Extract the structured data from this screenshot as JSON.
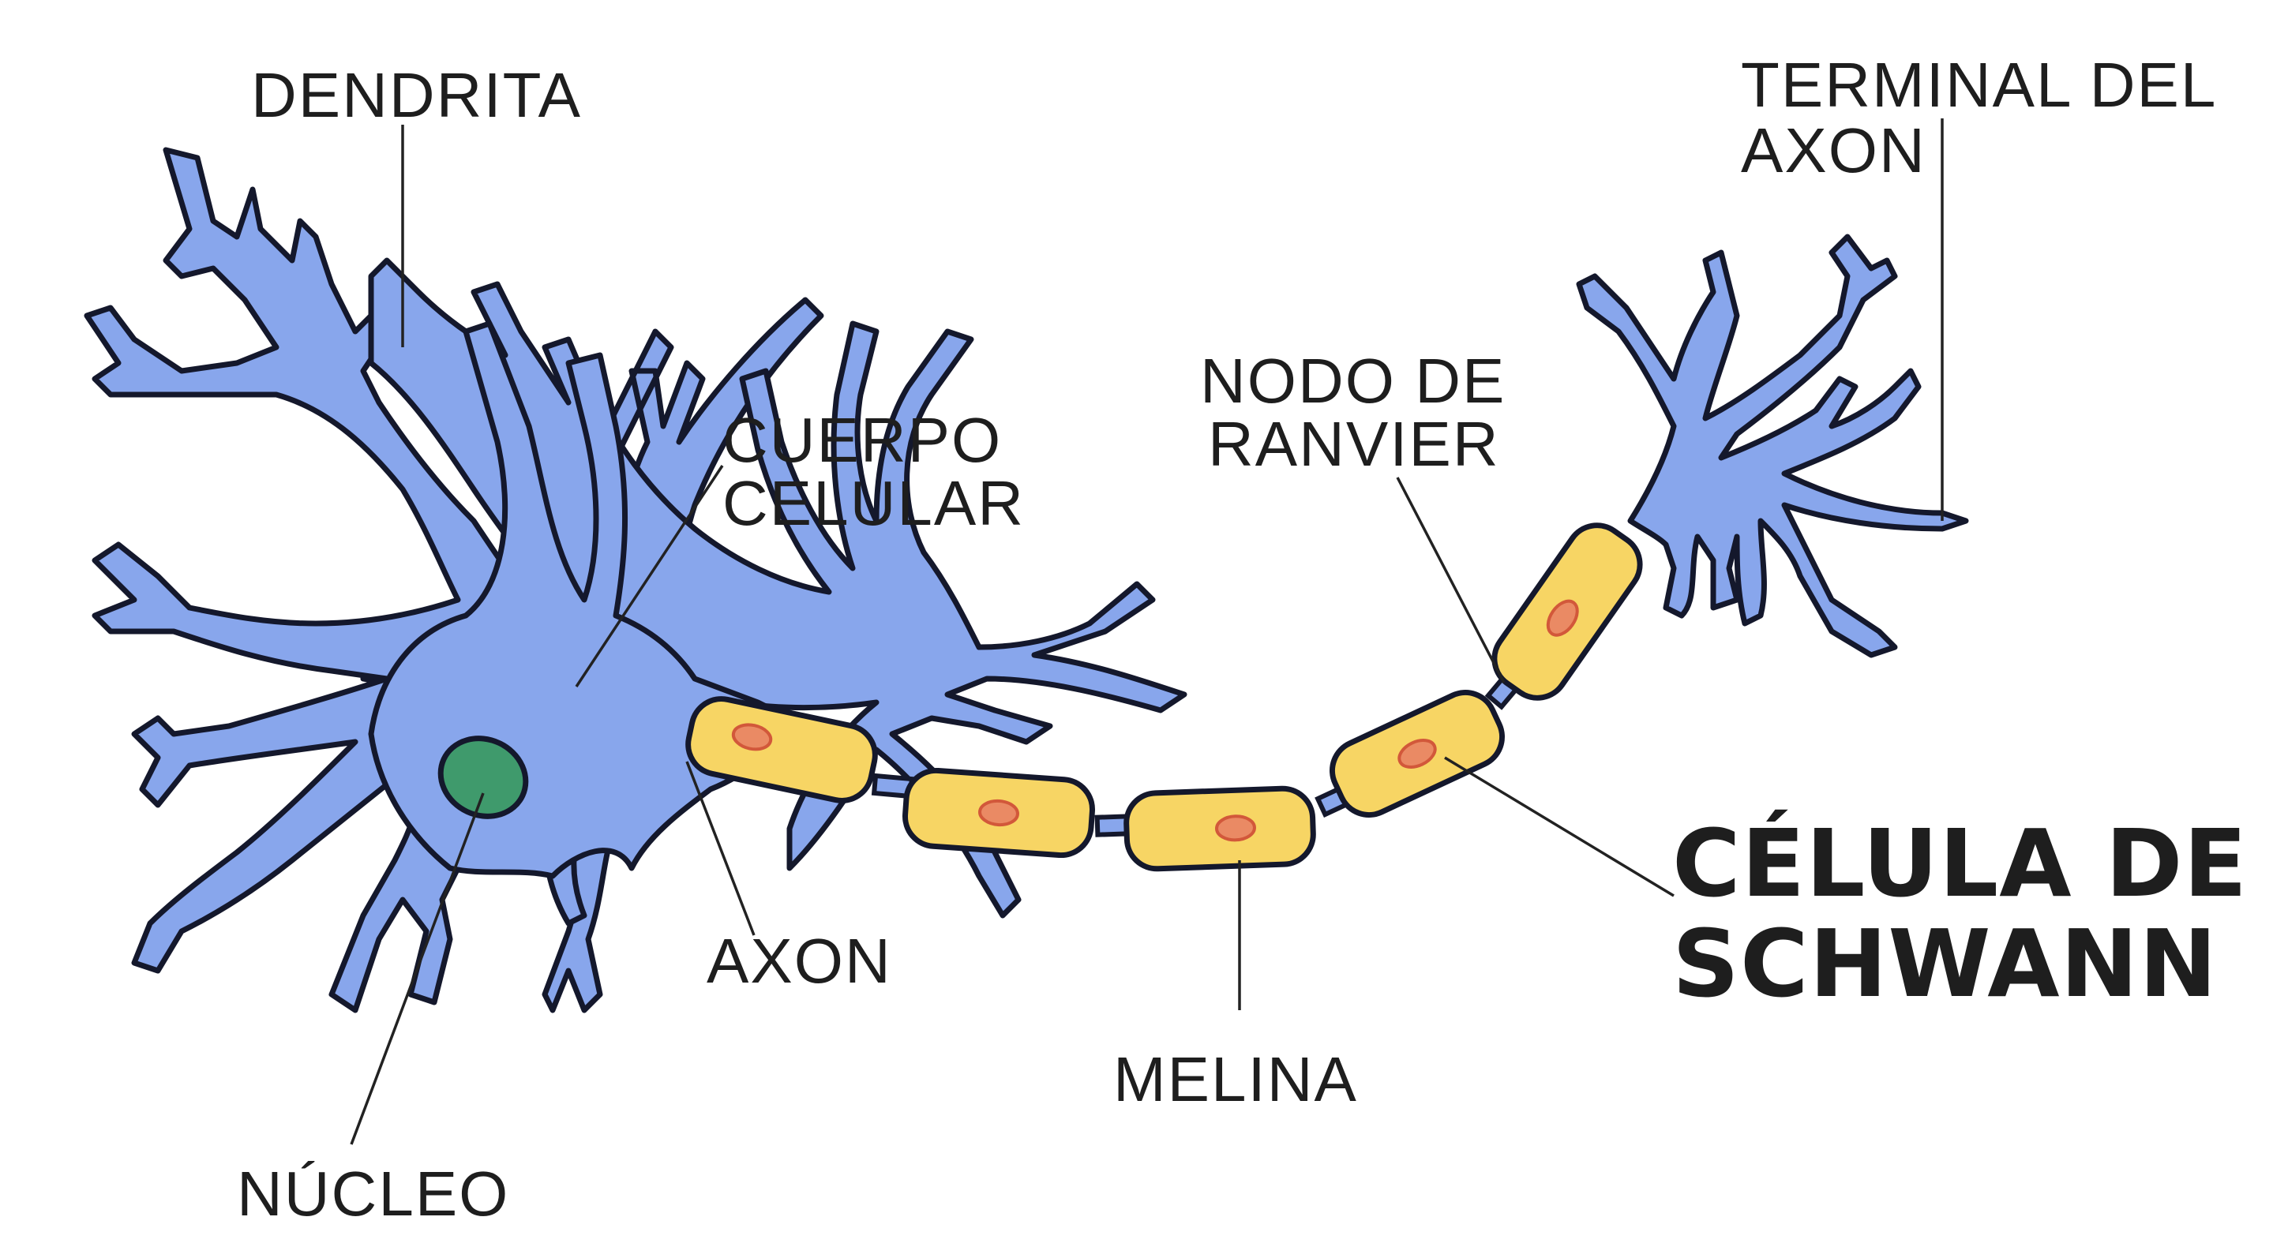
{
  "labels": {
    "dendrita": "DENDRITA",
    "terminal_line1": "TERMINAL DEL",
    "terminal_line2": "AXON",
    "nodo_line1": "NODO DE",
    "nodo_line2": "RANVIER",
    "cuerpo_line1": "CUERPO",
    "cuerpo_line2": "CELULAR",
    "axon": "AXON",
    "melina": "MELINA",
    "nucleo": "NÚCLEO",
    "schwann_line1": "CÉLULA DE",
    "schwann_line2": "SCHWANN"
  },
  "colors": {
    "neuron": "#88a6ec",
    "schwann_cell": "#f7d564",
    "schwann_nucleus": "#ea8a64",
    "cell_nucleus": "#3f9a6c",
    "outline": "#14182c",
    "text": "#1e1e1e"
  }
}
